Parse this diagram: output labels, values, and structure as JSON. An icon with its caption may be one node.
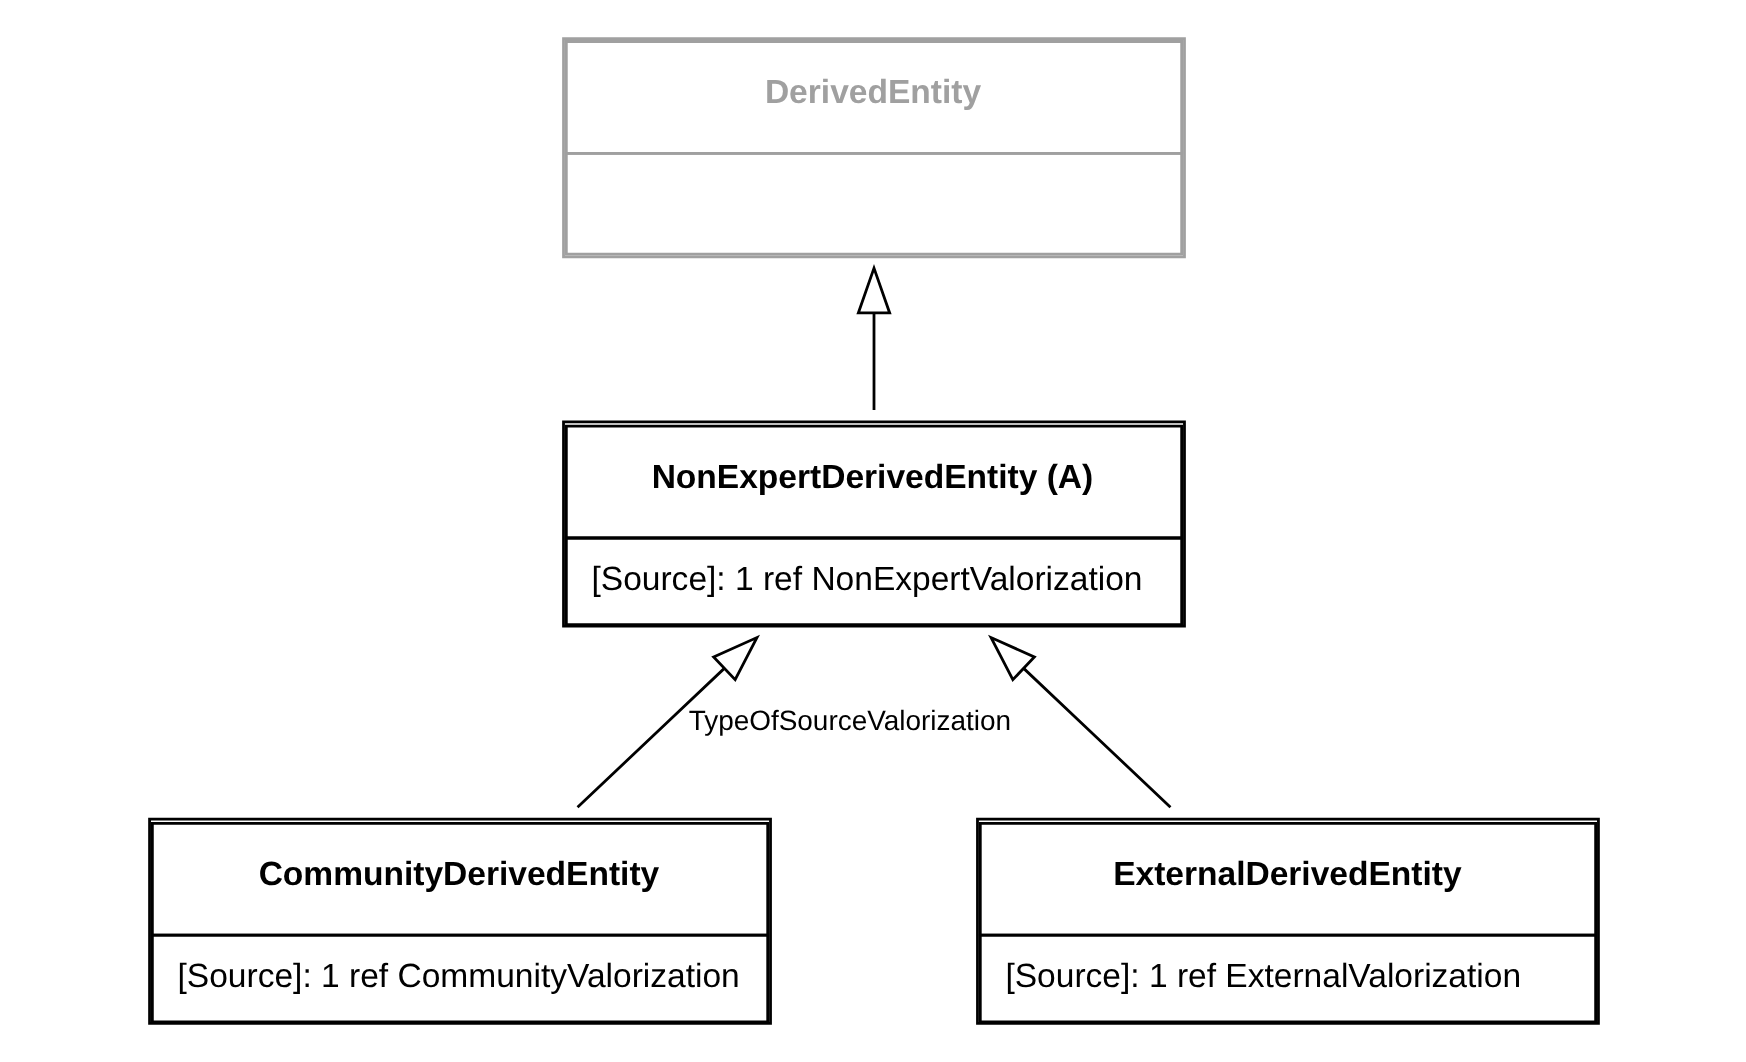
{
  "diagram": {
    "nodes": [
      {
        "text": [
          "DerivedEntity"
        ]
      },
      {
        "text": [
          "NonExpertDerivedEntity (A)",
          "[Source]: 1 ref NonExpertValorization"
        ]
      },
      {
        "text": [
          "CommunityDerivedEntity",
          "[Source]: 1 ref CommunityValorization"
        ]
      },
      {
        "text": [
          "ExternalDerivedEntity",
          "[Source]: 1 ref ExternalValorization"
        ]
      }
    ],
    "edges": [
      {
        "from": 1,
        "to": 0,
        "arrow": "to"
      },
      {
        "from": 2,
        "to": 1,
        "arrow": "to",
        "label": "TypeOfSourceValorization"
      },
      {
        "from": 3,
        "to": 1,
        "arrow": "to"
      }
    ]
  }
}
